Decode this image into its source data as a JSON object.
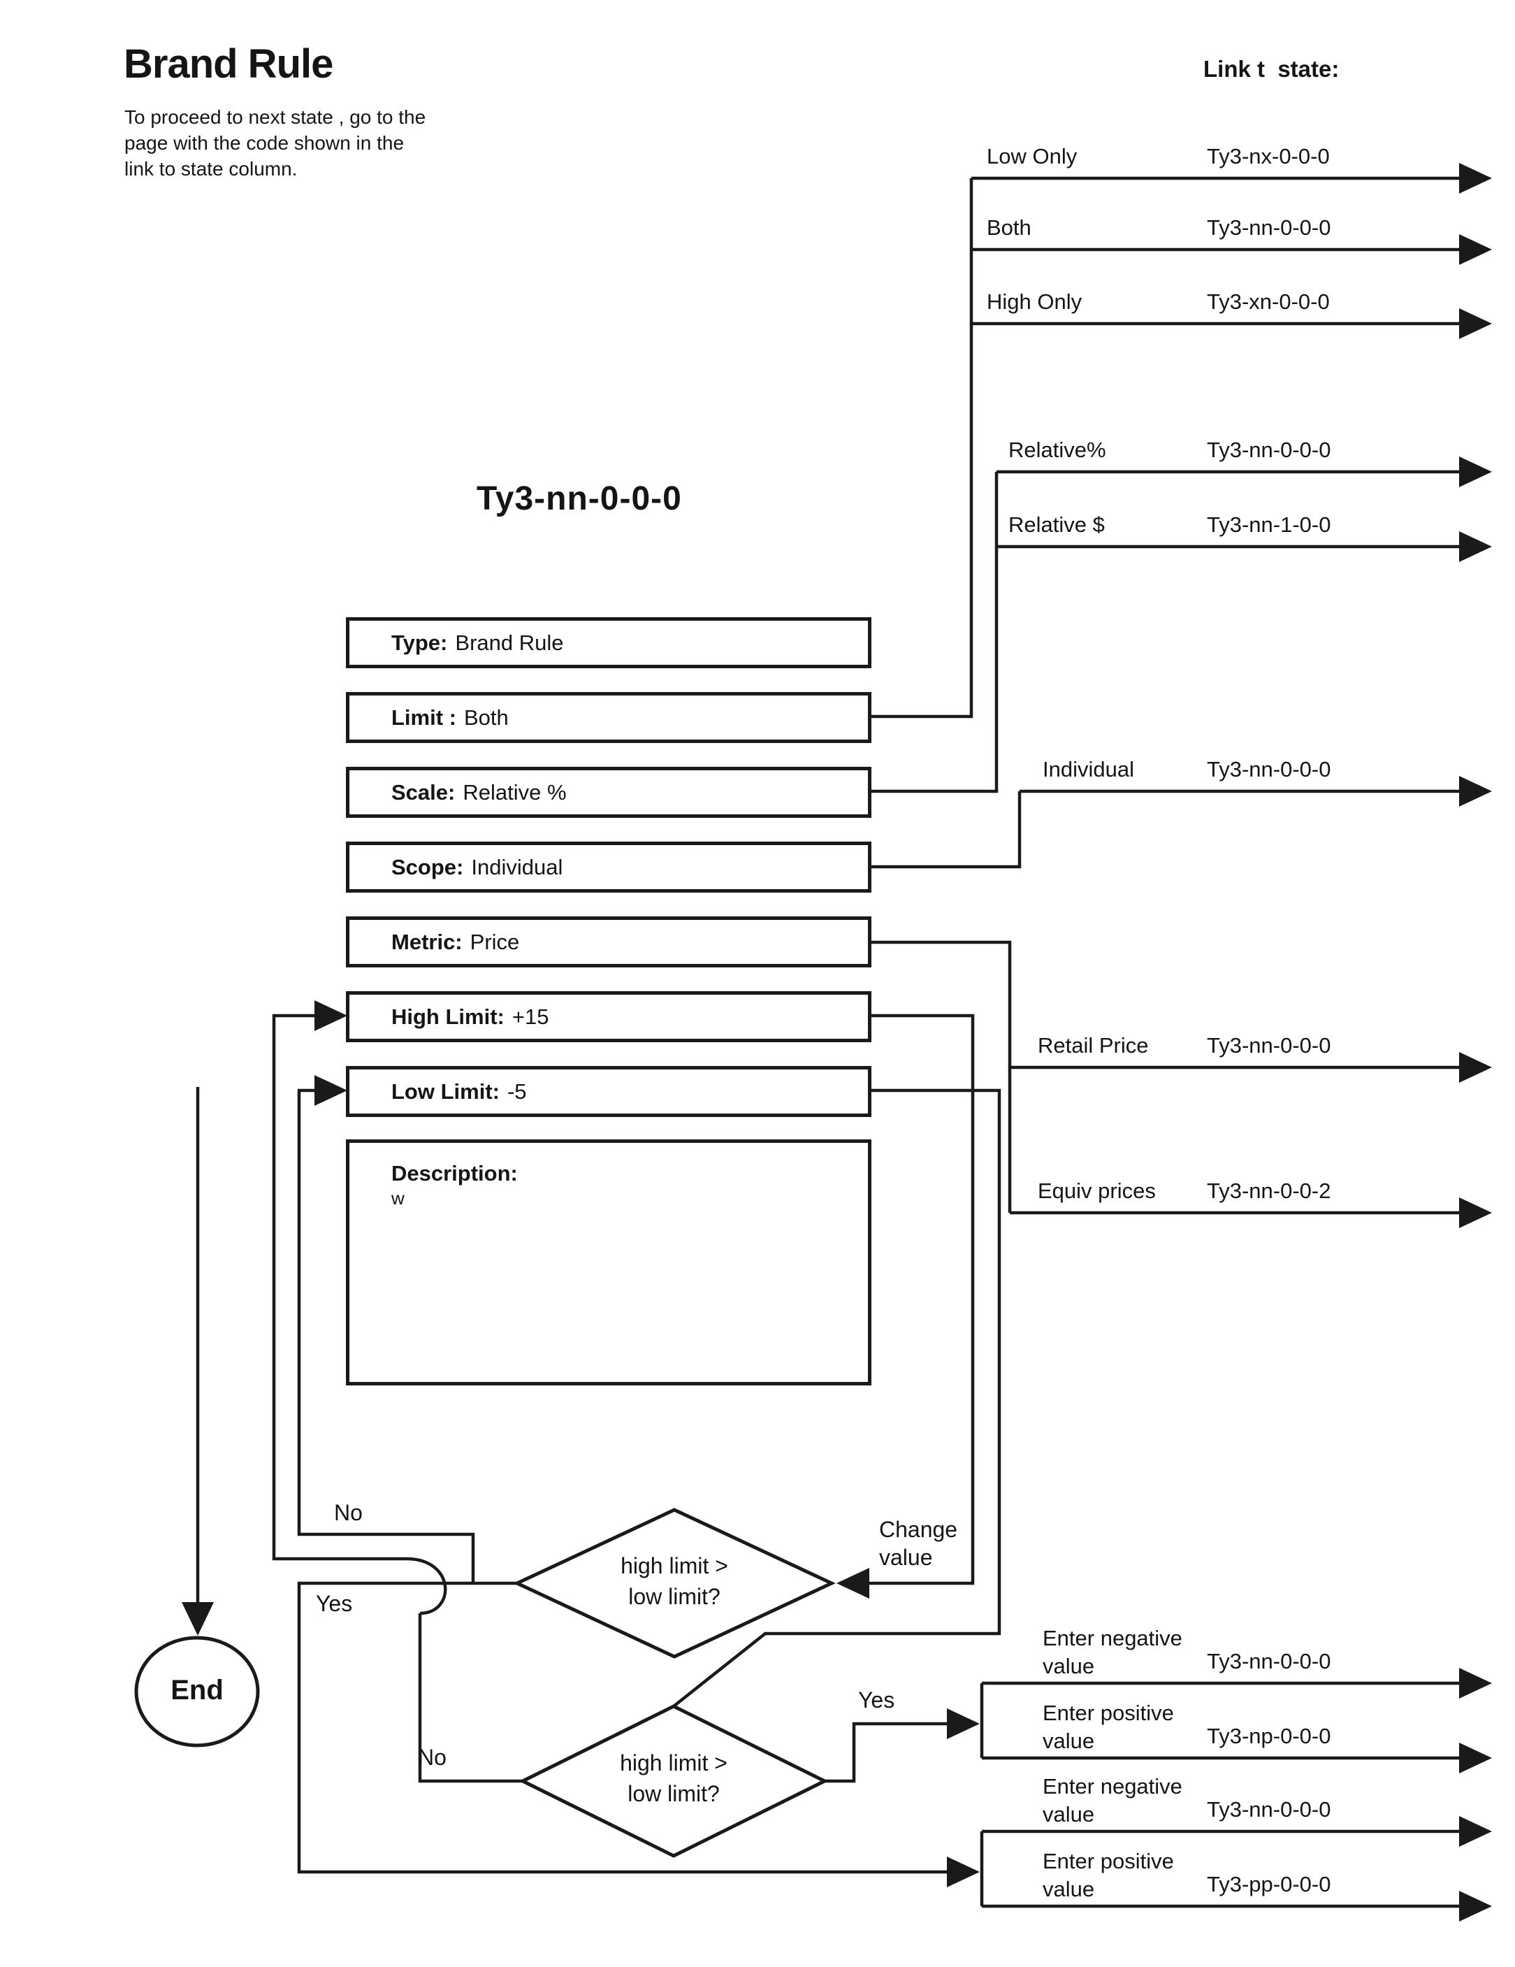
{
  "page": {
    "title": "Brand Rule",
    "instructions": "To proceed to next state , go to the page with the code shown in the link to state column.",
    "links_column_header": "Link t  state:",
    "state_code_title": "Ty3-nn-0-0-0"
  },
  "fields": [
    {
      "label": "Type:",
      "value": "Brand Rule"
    },
    {
      "label": "Limit :",
      "value": "Both"
    },
    {
      "label": "Scale:",
      "value": "Relative %"
    },
    {
      "label": "Scope:",
      "value": "Individual"
    },
    {
      "label": "Metric:",
      "value": "Price"
    },
    {
      "label": "High Limit:",
      "value": "+15"
    },
    {
      "label": "Low Limit:",
      "value": "-5"
    },
    {
      "label": "Description:",
      "value": "w"
    }
  ],
  "links": [
    {
      "label": "Low Only",
      "code": "Ty3-nx-0-0-0"
    },
    {
      "label": "Both",
      "code": "Ty3-nn-0-0-0"
    },
    {
      "label": "High Only",
      "code": "Ty3-xn-0-0-0"
    },
    {
      "label": "Relative%",
      "code": "Ty3-nn-0-0-0"
    },
    {
      "label": "Relative $",
      "code": "Ty3-nn-1-0-0"
    },
    {
      "label": "Individual",
      "code": "Ty3-nn-0-0-0"
    },
    {
      "label": "Retail Price",
      "code": "Ty3-nn-0-0-0"
    },
    {
      "label": "Equiv prices",
      "code": "Ty3-nn-0-0-2"
    },
    {
      "label": "Enter negative value",
      "code": "Ty3-nn-0-0-0"
    },
    {
      "label": "Enter positive value",
      "code": "Ty3-np-0-0-0"
    },
    {
      "label": "Enter negative value",
      "code": "Ty3-nn-0-0-0"
    },
    {
      "label": "Enter positive value",
      "code": "Ty3-pp-0-0-0"
    }
  ],
  "decisions": {
    "first": {
      "line1": "high limit >",
      "line2": "low limit?"
    },
    "second": {
      "line1": "high limit >",
      "line2": "low limit?"
    }
  },
  "flow": {
    "no_first": "No",
    "yes_first": "Yes",
    "no_second": "No",
    "yes_second": "Yes",
    "change_value": "Change value",
    "end": "End"
  }
}
